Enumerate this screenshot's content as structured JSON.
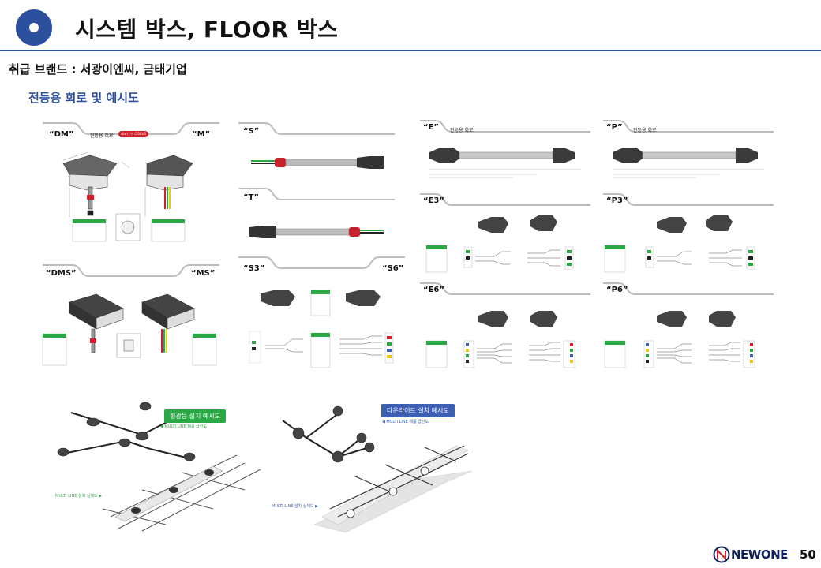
{
  "header": {
    "title": "시스템 박스, FLOOR 박스",
    "brand_line": "취급 브랜드 : 서광이엔씨, 금태기업",
    "section_title": "전등용 회로 및 예시도"
  },
  "panels": {
    "dm": {
      "label": "“DM”",
      "circuit": "전등용 회로",
      "pill": "제조사 의 (200)/S"
    },
    "m": {
      "label": "“M”"
    },
    "dms": {
      "label": "“DMS”"
    },
    "ms": {
      "label": "“MS”"
    },
    "s": {
      "label": "“S”"
    },
    "t": {
      "label": "“T”"
    },
    "s3": {
      "label": "“S3”"
    },
    "s6": {
      "label": "“S6”"
    },
    "e": {
      "label": "“E”",
      "circuit": "전등용 회로"
    },
    "p": {
      "label": "“P”",
      "circuit": "전등용 회로"
    },
    "e3": {
      "label": "“E3”"
    },
    "p3": {
      "label": "“P3”"
    },
    "e6": {
      "label": "“E6”"
    },
    "p6": {
      "label": "“P6”"
    }
  },
  "illustrations": {
    "left_box": "형광등 설치 예시도",
    "left_caption": "◀ MULTI LINE 제품 급선도",
    "left_bottom_caption": "MULTI LINE 설치 실체도 ▶",
    "right_box": "다운라이트 설치 예시도",
    "right_caption": "◀ MULTI LINE 제품 급선도",
    "right_bottom_caption": "MULTI LINE 설치 실체도 ▶"
  },
  "footer": {
    "logo": "NEWONE",
    "page_number": "50"
  },
  "colors": {
    "accent": "#2c4f9e",
    "green": "#2aa845",
    "red": "#d11f2a"
  }
}
